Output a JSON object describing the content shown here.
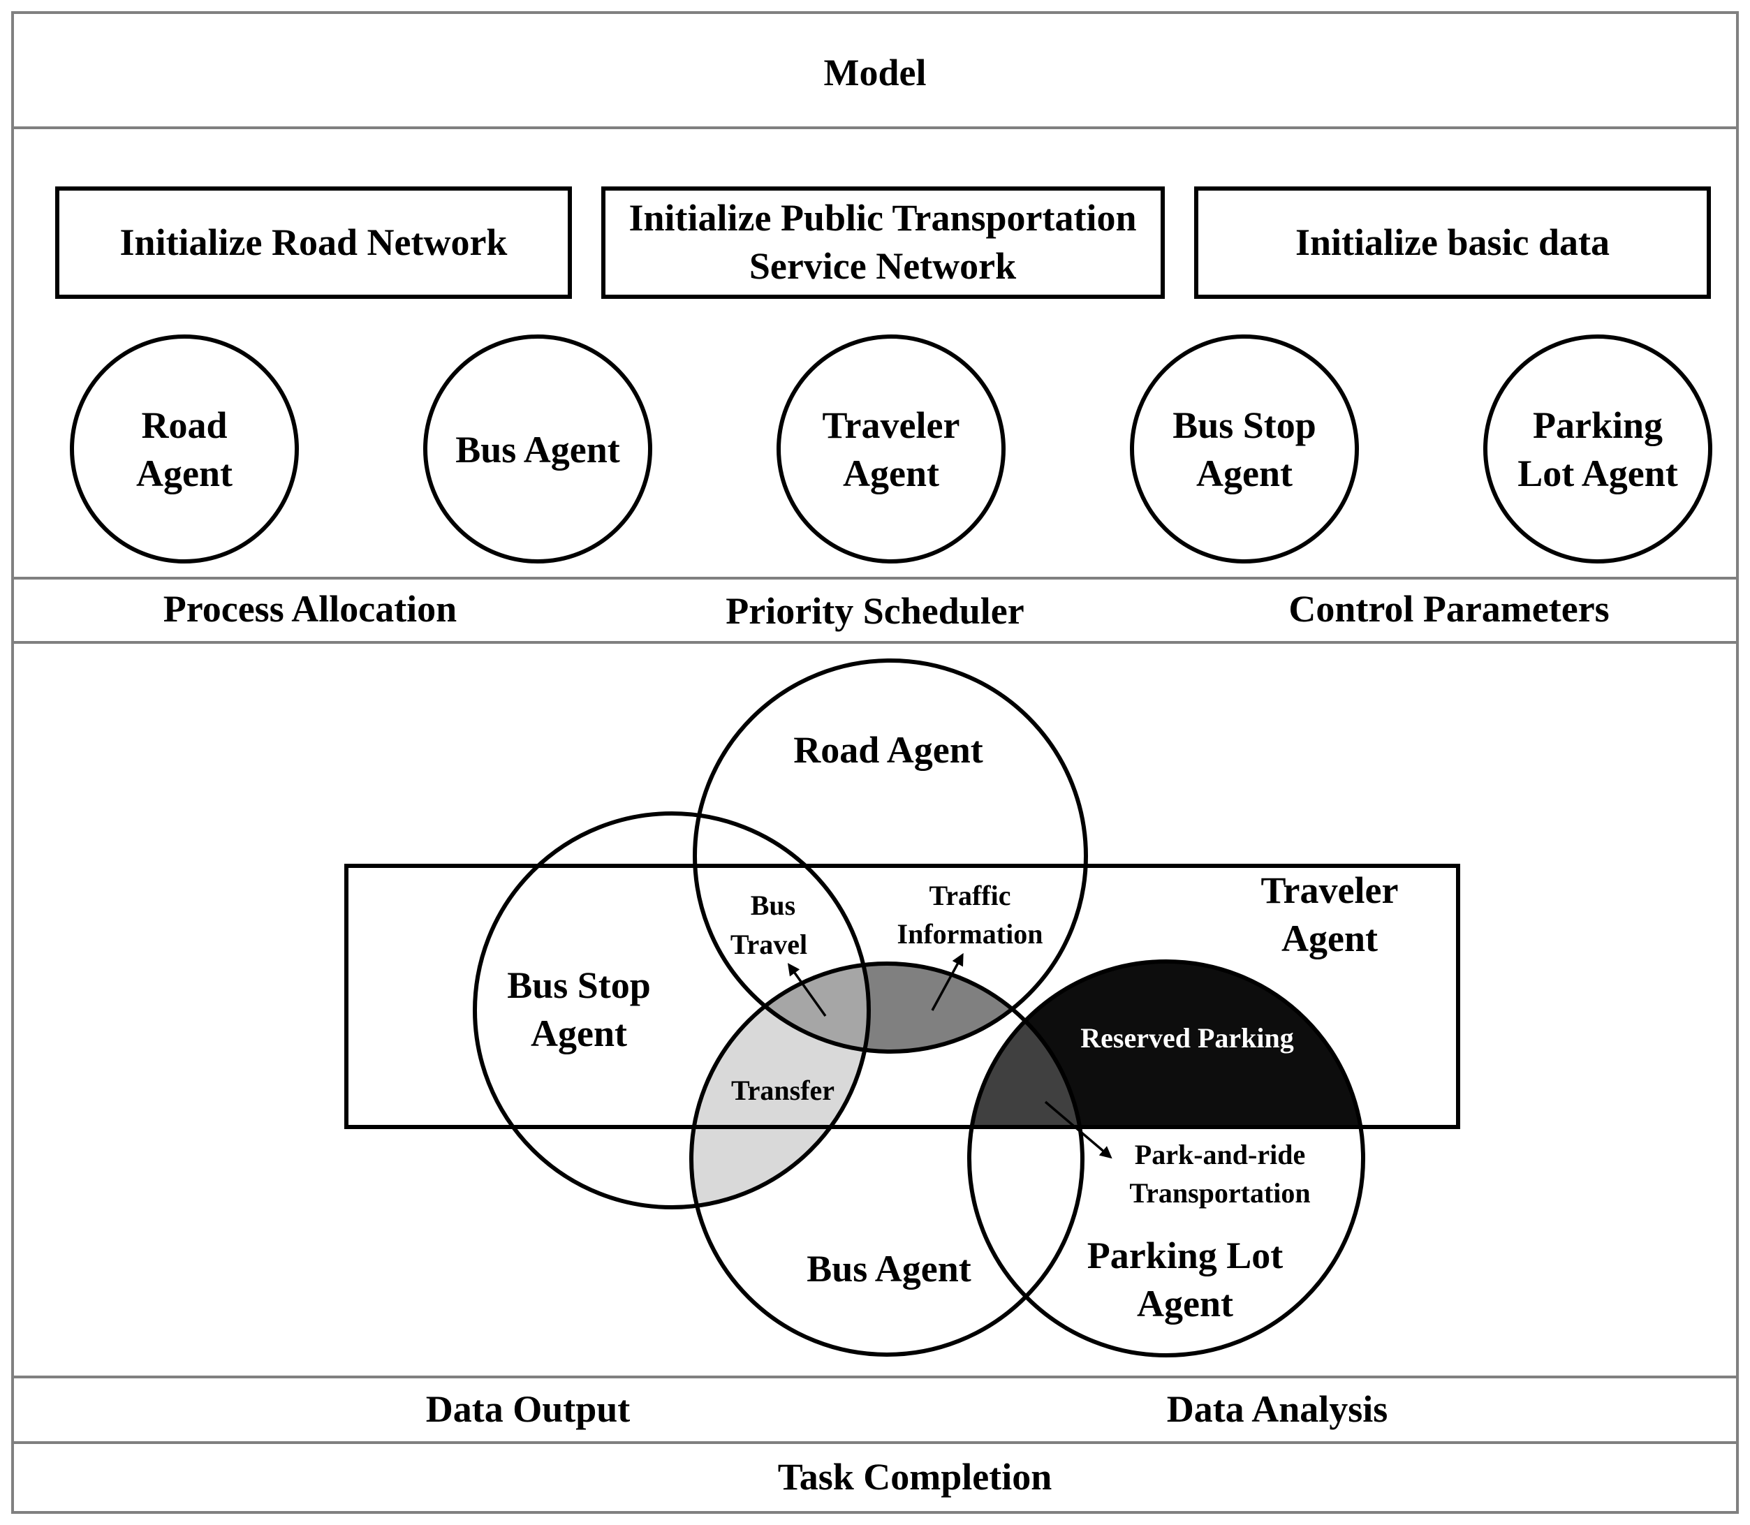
{
  "title": "Model",
  "init_boxes": [
    [
      "Initialize Road Network"
    ],
    [
      "Initialize Public Transportation",
      "Service Network"
    ],
    [
      "Initialize basic data"
    ]
  ],
  "agents": [
    [
      "Road",
      "Agent"
    ],
    [
      "Bus Agent"
    ],
    [
      "Traveler",
      "Agent"
    ],
    [
      "Bus Stop",
      "Agent"
    ],
    [
      "Parking",
      "Lot Agent"
    ]
  ],
  "row1": {
    "process_allocation": "Process Allocation",
    "priority_scheduler": "Priority Scheduler",
    "control_parameters": "Control Parameters"
  },
  "venn": {
    "road_agent": "Road Agent",
    "traveler_agent": [
      "Traveler",
      "Agent"
    ],
    "bus_stop_agent": [
      "Bus Stop",
      "Agent"
    ],
    "bus_agent": "Bus Agent",
    "parking_lot_agent": [
      "Parking Lot",
      "Agent"
    ],
    "bus_travel": [
      "Bus",
      "Travel"
    ],
    "traffic_information": [
      "Traffic",
      "Information"
    ],
    "reserved_parking": "Reserved Parking",
    "transfer": "Transfer",
    "park_and_ride": [
      "Park-and-ride",
      "Transportation"
    ],
    "colors": {
      "bus_travel_region": "#a6a6a6",
      "traffic_info_region": "#808080",
      "transfer_region": "#d9d9d9",
      "bus_parking_region": "#404040",
      "reserved_parking_region": "#0d0d0d"
    }
  },
  "row2": {
    "data_output": "Data Output",
    "data_analysis": "Data Analysis"
  },
  "footer": "Task Completion"
}
